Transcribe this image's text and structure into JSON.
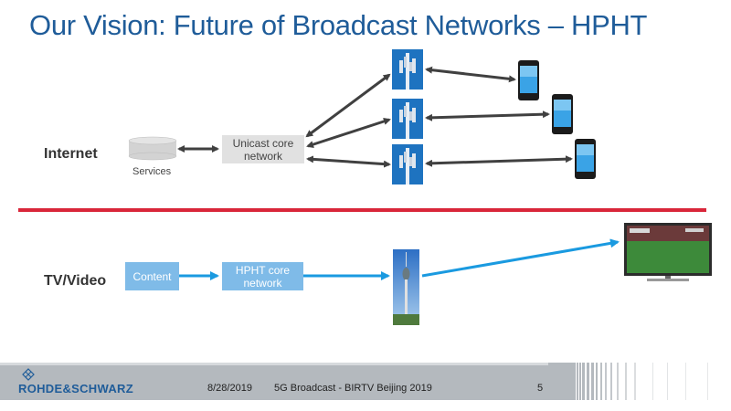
{
  "slide": {
    "title": "Our Vision: Future of Broadcast Networks – HPHT",
    "rows": {
      "internet": {
        "label": "Internet",
        "services_label": "Services",
        "core_label_line1": "Unicast core",
        "core_label_line2": "network"
      },
      "tv": {
        "label": "TV/Video",
        "content_label": "Content",
        "core_label_line1": "HPHT core",
        "core_label_line2": "network"
      }
    },
    "icons": {
      "services": "database-icon",
      "cell_towers": [
        "cell-tower-icon",
        "cell-tower-icon",
        "cell-tower-icon"
      ],
      "phones": [
        "smartphone-icon",
        "smartphone-icon",
        "smartphone-icon"
      ],
      "broadcast_tower": "tv-tower-icon",
      "tv": "television-icon"
    },
    "colors": {
      "title": "#1f5c99",
      "divider": "#d9263a",
      "unicast_arrow": "#404040",
      "broadcast_arrow": "#1a9ae0",
      "hpht_box": "#7fbbe8",
      "unicast_box": "#e1e1e1"
    }
  },
  "footer": {
    "logo": "ROHDE&SCHWARZ",
    "date": "8/28/2019",
    "event": "5G Broadcast - BIRTV Beijing 2019",
    "page": "5"
  }
}
